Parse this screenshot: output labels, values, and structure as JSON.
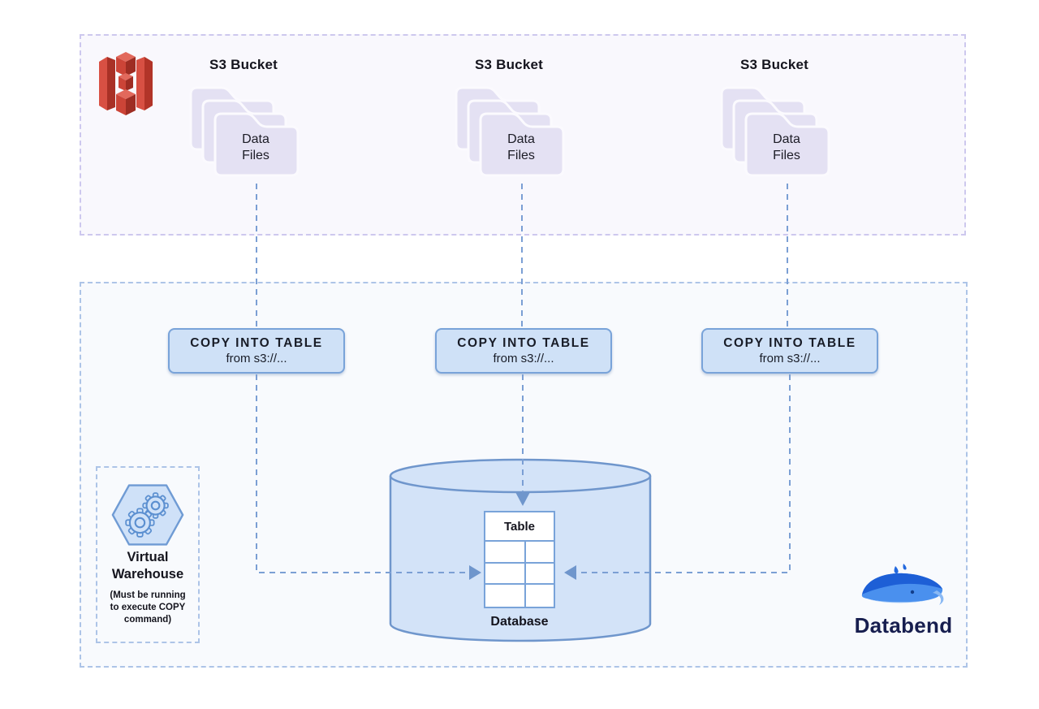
{
  "s3_zone": {
    "buckets": [
      {
        "label": "S3 Bucket",
        "file_line1": "Data",
        "file_line2": "Files"
      },
      {
        "label": "S3 Bucket",
        "file_line1": "Data",
        "file_line2": "Files"
      },
      {
        "label": "S3 Bucket",
        "file_line1": "Data",
        "file_line2": "Files"
      }
    ]
  },
  "copy_boxes": [
    {
      "title": "COPY INTO TABLE",
      "subtitle": "from s3://..."
    },
    {
      "title": "COPY INTO TABLE",
      "subtitle": "from s3://..."
    },
    {
      "title": "COPY INTO TABLE",
      "subtitle": "from s3://..."
    }
  ],
  "warehouse": {
    "title_line1": "Virtual",
    "title_line2": "Warehouse",
    "note_line1": "(Must be running",
    "note_line2": "to execute COPY",
    "note_line3": "command)"
  },
  "database": {
    "table_label": "Table",
    "label": "Database"
  },
  "brand": {
    "name": "Databend"
  },
  "colors": {
    "s3_zone_bg": "#f9f8fd",
    "s3_zone_border": "#cdc8ee",
    "db_zone_bg": "#f8fafd",
    "db_zone_border": "#adc4e7",
    "folder_fill": "#e4e1f3",
    "connector": "#7b9fd4",
    "arrowhead": "#6f96cc",
    "copy_box_fill": "#cfe1f7",
    "copy_box_border": "#79a3d9",
    "cylinder_fill": "#d3e3f8",
    "cylinder_border": "#6f96cc",
    "hexagon_fill": "#cfe1f8",
    "hexagon_border": "#6f9bd4",
    "s3_icon_red": "#c13f33",
    "brand_navy": "#171e4f",
    "text_dark": "#14141d"
  }
}
